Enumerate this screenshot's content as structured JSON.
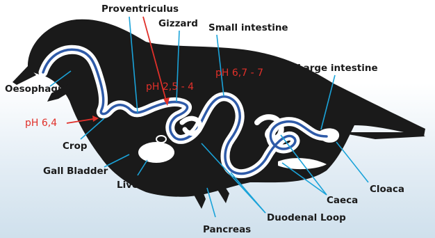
{
  "labels": {
    "proventriculus": "Proventriculus",
    "gizzard": "Gizzard",
    "small_intestine": "Small intestine",
    "large_intestine": "Large intestine",
    "oesophagus": "Oesophagus",
    "crop": "Crop",
    "gall_bladder": "Gall Bladder",
    "liver": "Liver",
    "pancreas": "Pancreas",
    "duodenal_loop": "Duodenal Loop",
    "caeca": "Caeca",
    "cloaca": "Cloaca"
  },
  "ph_labels": {
    "crop": "pH 6,4",
    "proventriculus": "pH 2,5 - 4",
    "small_intestine": "pH 6,7 - 7"
  },
  "colors": {
    "bird_body": "#1a1a1a",
    "gut_tract": "#ffffff",
    "gut_outline": "#2e5aa8",
    "leader_line": "#1aa3d9",
    "ph_text": "#e0302a"
  }
}
